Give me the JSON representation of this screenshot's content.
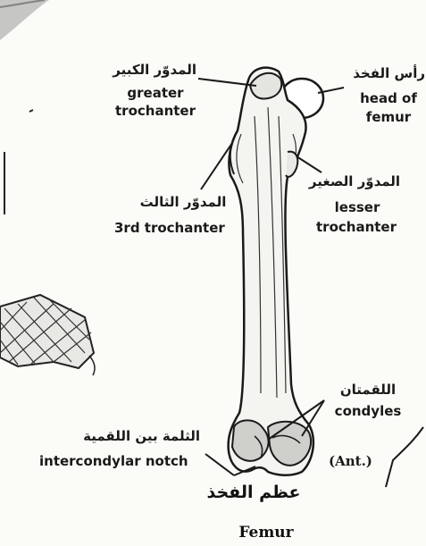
{
  "labels": {
    "greater_trochanter": {
      "ar": "المدوّر الكبير",
      "en_line1": "greater",
      "en_line2": "trochanter"
    },
    "head_of_femur": {
      "ar": "رأس الفخذ",
      "en_line1": "head of",
      "en_line2": "femur"
    },
    "third_trochanter": {
      "ar": "المدوّر الثالث",
      "en": "3rd trochanter"
    },
    "lesser_trochanter": {
      "ar": "المدوّر الصغير",
      "en_line1": "lesser",
      "en_line2": "trochanter"
    },
    "condyles": {
      "ar": "اللقمتان",
      "en": "condyles"
    },
    "intercondylar_notch": {
      "ar": "الثلمة بين اللقمية",
      "en": "intercondylar notch"
    },
    "view": "(Ant.)"
  },
  "title": {
    "ar": "عظم الفخذ",
    "en": "Femur"
  },
  "colors": {
    "ink": "#1a1a1a",
    "paper": "#fbfbf8"
  }
}
